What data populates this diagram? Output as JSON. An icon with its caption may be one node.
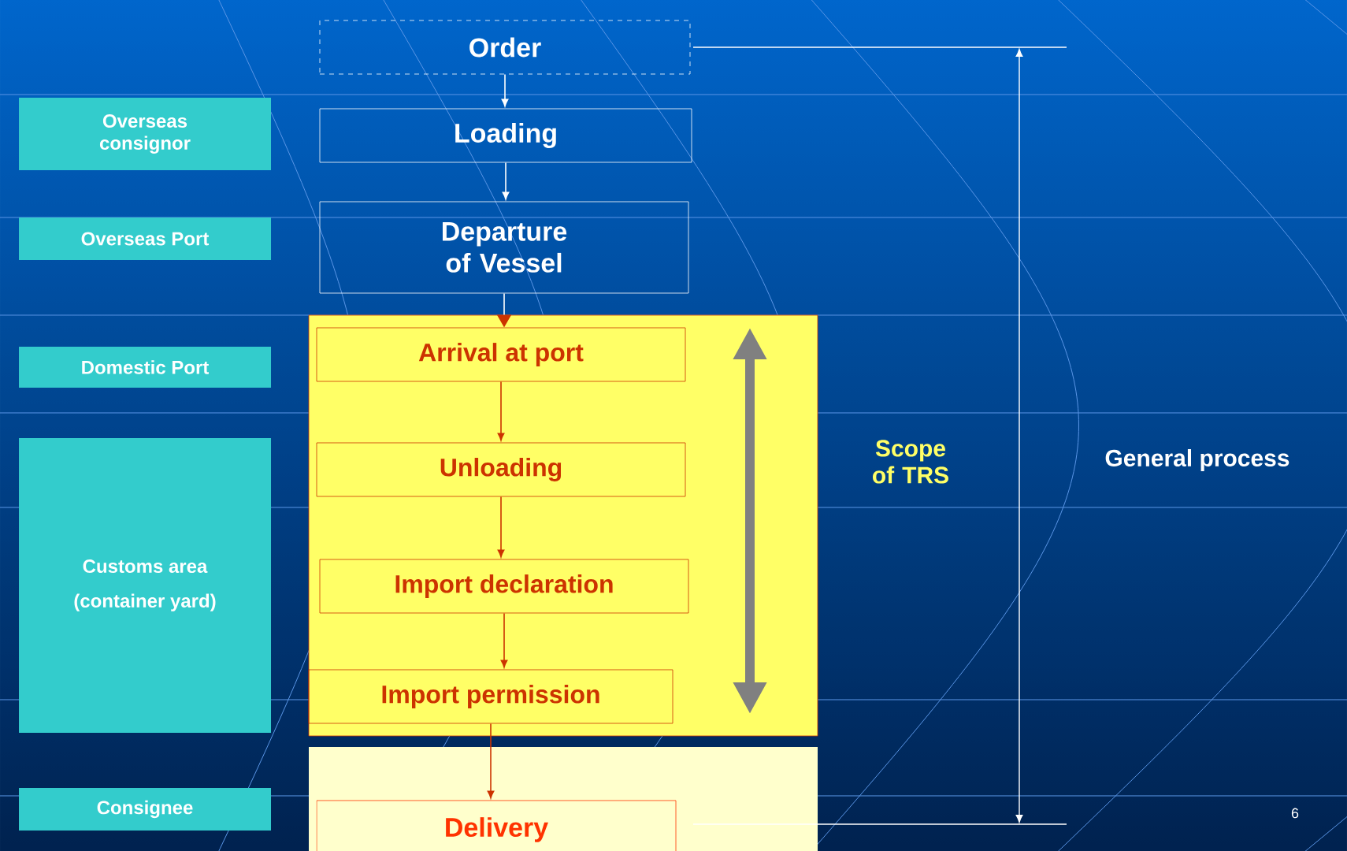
{
  "diagram": {
    "nodes": [
      {
        "text": [
          "Overseas consignor"
        ]
      },
      {
        "text": [
          "Overseas Port"
        ]
      },
      {
        "text": [
          "Domestic Port"
        ]
      },
      {
        "text": [
          "Customs area",
          "(container yard)"
        ]
      },
      {
        "text": [
          "Consignee"
        ]
      },
      {
        "text": [
          "Order"
        ]
      },
      {
        "text": [
          "Loading"
        ]
      },
      {
        "text": [
          "Departure of Vessel"
        ]
      },
      {
        "text": [],
        "shape": "box"
      },
      {
        "text": [
          "Arrival at port"
        ],
        "in": 8
      },
      {
        "text": [
          "Unloading"
        ],
        "in": 8
      },
      {
        "text": [
          "Import declaration"
        ],
        "in": 8
      },
      {
        "text": [
          "Import permission"
        ],
        "in": 8
      },
      {
        "text": [],
        "shape": "box"
      },
      {
        "text": [
          "Delivery"
        ],
        "in": 13
      }
    ],
    "edges": [
      {
        "from": 5,
        "to": 6,
        "arrow": "to",
        "color": "#ffffff"
      },
      {
        "from": 6,
        "to": 7,
        "arrow": "to",
        "color": "#ffffff"
      },
      {
        "from": 7,
        "to": 9,
        "arrow": "to",
        "color": "#ffffff"
      },
      {
        "from": 9,
        "to": 10,
        "arrow": "to"
      },
      {
        "from": 10,
        "to": 11,
        "arrow": "to"
      },
      {
        "from": 11,
        "to": 12,
        "arrow": "to"
      },
      {
        "from": 12,
        "to": 14,
        "arrow": "to"
      }
    ],
    "labels": [
      "Scope of TRS",
      "General process",
      "6"
    ]
  }
}
